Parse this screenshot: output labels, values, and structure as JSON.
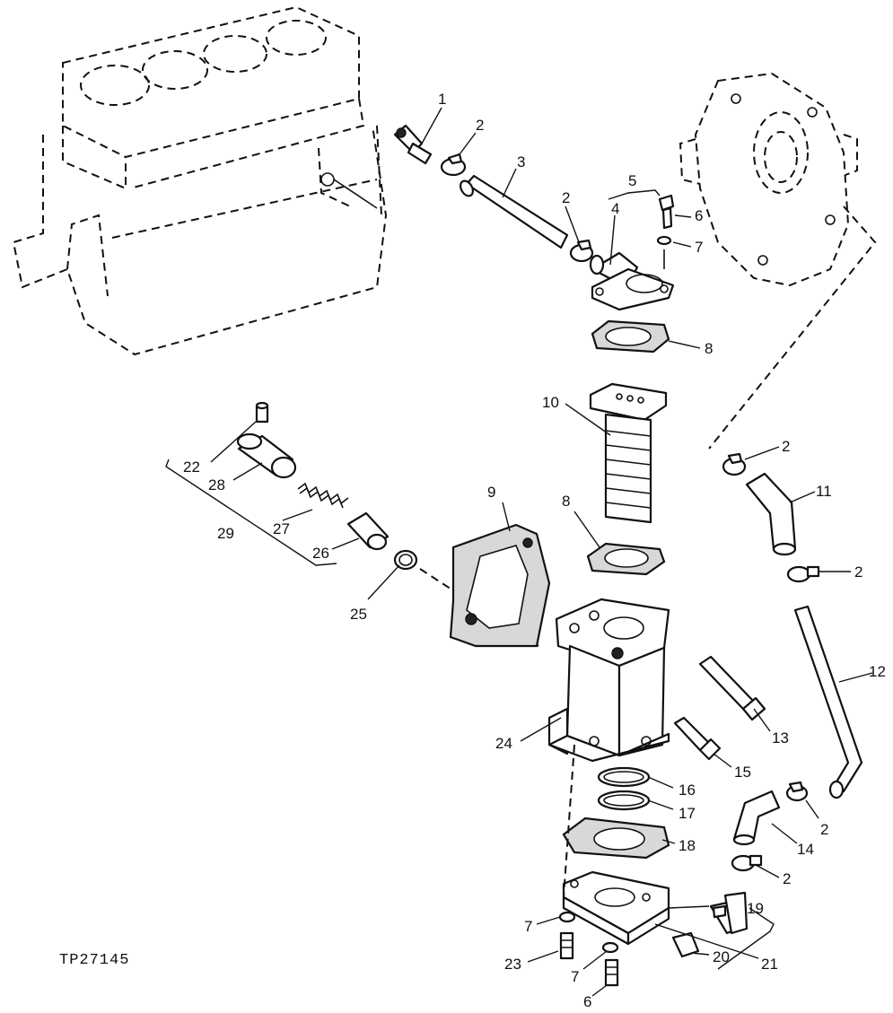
{
  "figure_code": "TP27145",
  "callouts": [
    {
      "id": "c1",
      "text": "1"
    },
    {
      "id": "c2a",
      "text": "2"
    },
    {
      "id": "c3",
      "text": "3"
    },
    {
      "id": "c2b",
      "text": "2"
    },
    {
      "id": "c4",
      "text": "4"
    },
    {
      "id": "c5",
      "text": "5"
    },
    {
      "id": "c6a",
      "text": "6"
    },
    {
      "id": "c7a",
      "text": "7"
    },
    {
      "id": "c8a",
      "text": "8"
    },
    {
      "id": "c10",
      "text": "10"
    },
    {
      "id": "c2c",
      "text": "2"
    },
    {
      "id": "c11",
      "text": "11"
    },
    {
      "id": "c2d",
      "text": "2"
    },
    {
      "id": "c22",
      "text": "22"
    },
    {
      "id": "c28",
      "text": "28"
    },
    {
      "id": "c27",
      "text": "27"
    },
    {
      "id": "c29",
      "text": "29"
    },
    {
      "id": "c26",
      "text": "26"
    },
    {
      "id": "c9",
      "text": "9"
    },
    {
      "id": "c8b",
      "text": "8"
    },
    {
      "id": "c25",
      "text": "25"
    },
    {
      "id": "c12",
      "text": "12"
    },
    {
      "id": "c13",
      "text": "13"
    },
    {
      "id": "c24",
      "text": "24"
    },
    {
      "id": "c15",
      "text": "15"
    },
    {
      "id": "c16",
      "text": "16"
    },
    {
      "id": "c17",
      "text": "17"
    },
    {
      "id": "c18",
      "text": "18"
    },
    {
      "id": "c2e",
      "text": "2"
    },
    {
      "id": "c14",
      "text": "14"
    },
    {
      "id": "c2f",
      "text": "2"
    },
    {
      "id": "c19",
      "text": "19"
    },
    {
      "id": "c7b",
      "text": "7"
    },
    {
      "id": "c23",
      "text": "23"
    },
    {
      "id": "c7c",
      "text": "7"
    },
    {
      "id": "c20",
      "text": "20"
    },
    {
      "id": "c21",
      "text": "21"
    },
    {
      "id": "c6b",
      "text": "6"
    }
  ]
}
